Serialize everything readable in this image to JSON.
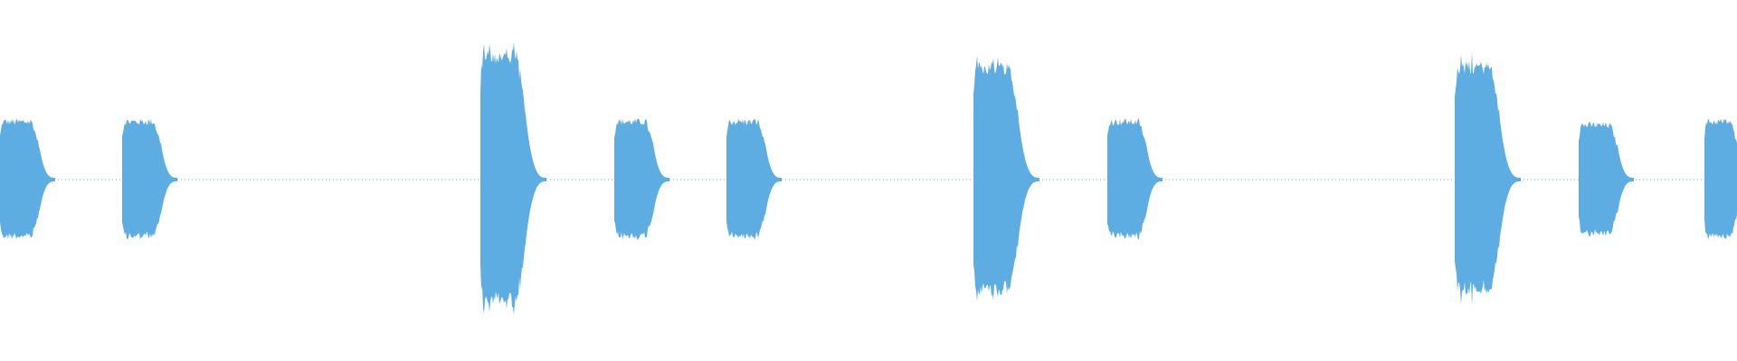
{
  "waveform": {
    "color": "#5dade2",
    "background": "#ffffff",
    "duration_units": 1920,
    "bursts": [
      {
        "start": 0,
        "end": 43,
        "amplitude": 0.34,
        "kind": "short"
      },
      {
        "start": 135,
        "end": 178,
        "amplitude": 0.34,
        "kind": "short"
      },
      {
        "start": 531,
        "end": 580,
        "amplitude": 0.72,
        "kind": "long"
      },
      {
        "start": 679,
        "end": 722,
        "amplitude": 0.34,
        "kind": "short"
      },
      {
        "start": 803,
        "end": 846,
        "amplitude": 0.34,
        "kind": "short"
      },
      {
        "start": 1076,
        "end": 1125,
        "amplitude": 0.66,
        "kind": "long"
      },
      {
        "start": 1224,
        "end": 1267,
        "amplitude": 0.34,
        "kind": "short"
      },
      {
        "start": 1608,
        "end": 1657,
        "amplitude": 0.66,
        "kind": "long"
      },
      {
        "start": 1745,
        "end": 1788,
        "amplitude": 0.32,
        "kind": "short"
      },
      {
        "start": 1884,
        "end": 1920,
        "amplitude": 0.34,
        "kind": "short"
      }
    ],
    "silence_amplitude": 0.01
  }
}
